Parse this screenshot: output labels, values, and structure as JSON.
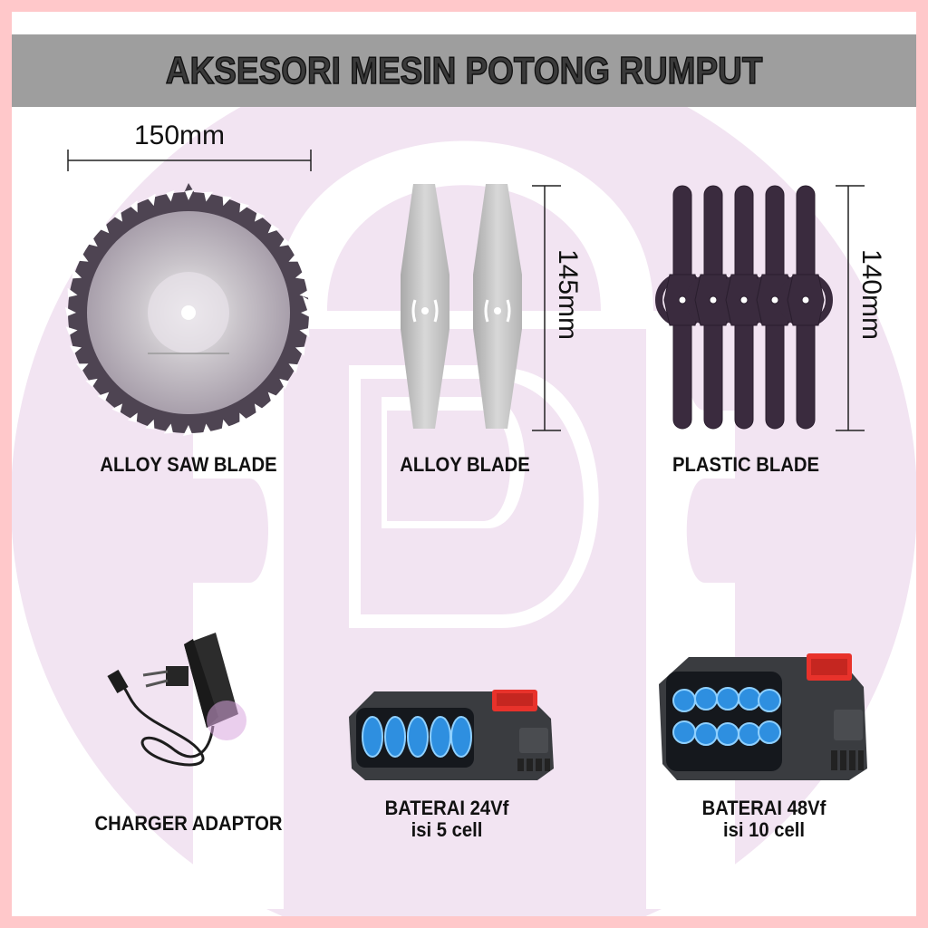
{
  "title": "AKSESORI MESIN POTONG RUMPUT",
  "colors": {
    "border": "#FFC8CA",
    "title_bar": "#9E9E9E",
    "watermark": "#F2E4F2",
    "battery_accent": "#E8322B",
    "battery_cells": "#2E8FE0"
  },
  "items": [
    {
      "label": "ALLOY SAW BLADE",
      "dimension": "150mm",
      "icon": "saw-blade-icon"
    },
    {
      "label": "ALLOY BLADE",
      "dimension": "145mm",
      "icon": "alloy-blade-icon"
    },
    {
      "label": "PLASTIC BLADE",
      "dimension": "140mm",
      "icon": "plastic-blade-icon"
    },
    {
      "label": "CHARGER ADAPTOR",
      "icon": "charger-adaptor-icon"
    },
    {
      "label_line1": "BATERAI 24Vf",
      "label_line2": "isi 5 cell",
      "icon": "battery-24v-icon"
    },
    {
      "label_line1": "BATERAI 48Vf",
      "label_line2": "isi 10 cell",
      "icon": "battery-48v-icon"
    }
  ]
}
